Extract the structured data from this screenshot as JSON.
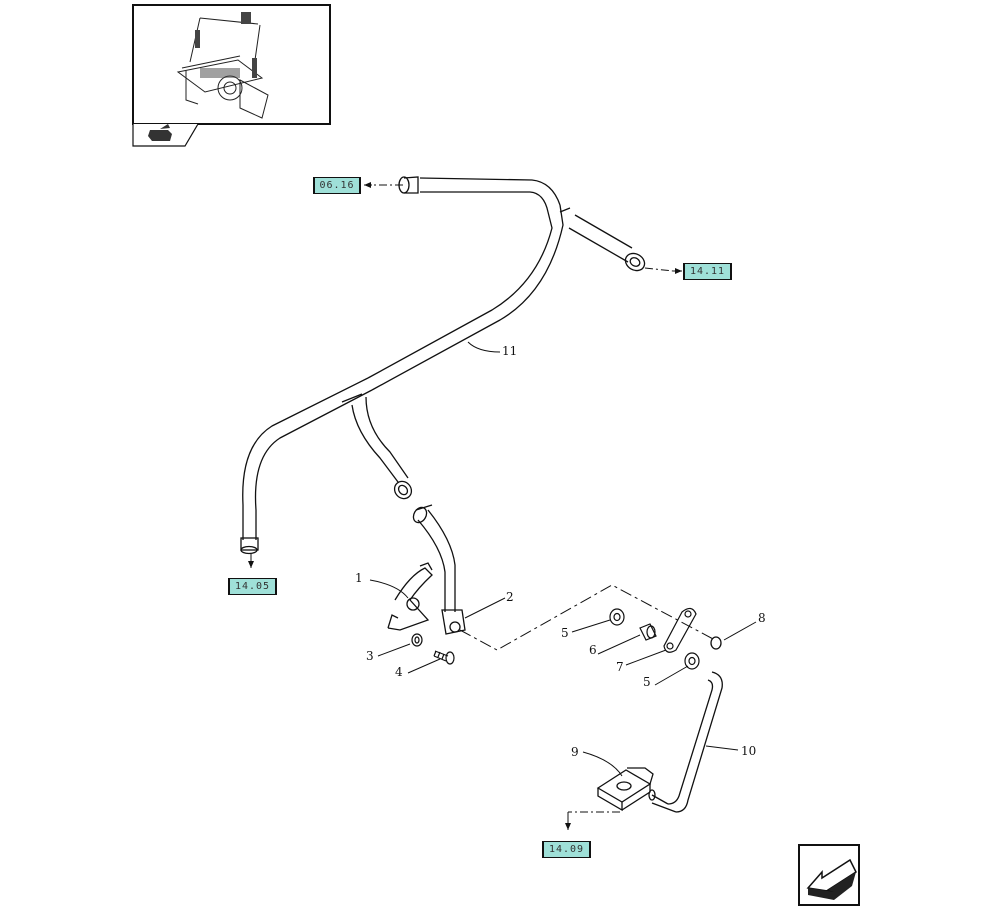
{
  "references": {
    "top_left": "06.16",
    "top_right": "14.11",
    "left": "14.05",
    "bottom": "14.09"
  },
  "callouts": {
    "c1": "1",
    "c2": "2",
    "c3": "3",
    "c4": "4",
    "c5a": "5",
    "c5b": "5",
    "c6": "6",
    "c7": "7",
    "c8": "8",
    "c9": "9",
    "c10": "10",
    "c11": "11"
  },
  "icons": {
    "thumbnail": "machine-overview-thumbnail",
    "nav_tab": "previous-page-icon",
    "nav_arrow": "next-page-arrow-icon"
  },
  "colors": {
    "reference_box": "#9fe0d8",
    "line": "#111111"
  }
}
